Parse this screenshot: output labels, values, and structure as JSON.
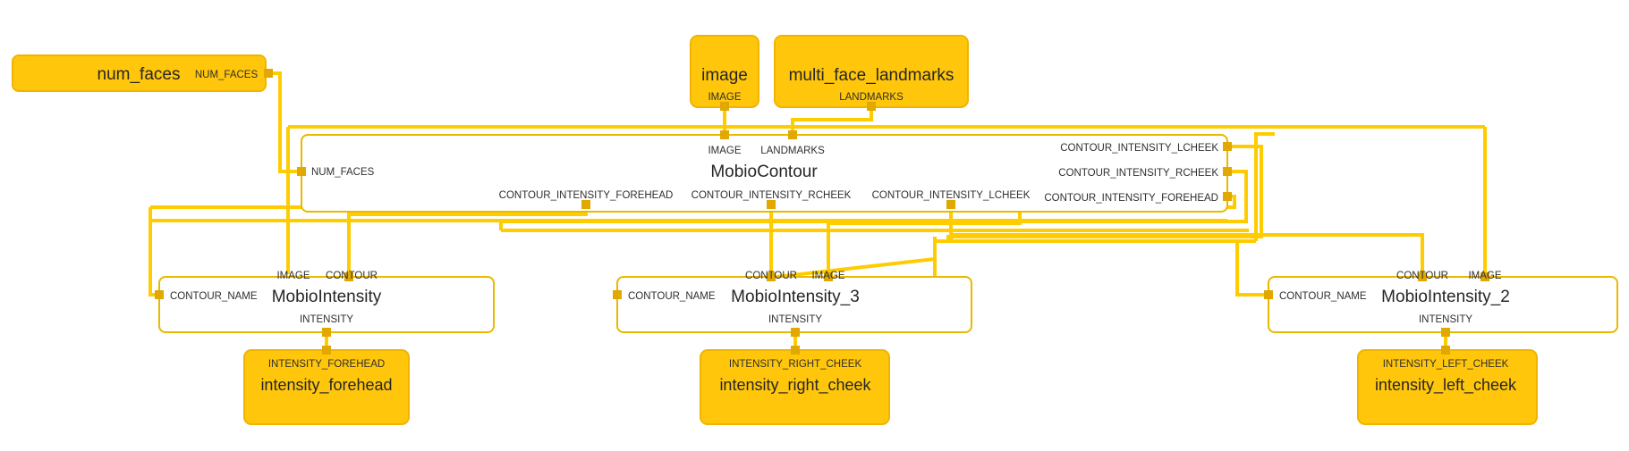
{
  "diagram": {
    "title": "MobioContour intensity dataflow graph",
    "colors": {
      "node_fill": "#FFC60B",
      "node_fill_border": "#F0B400",
      "node_open_border": "#E9B800",
      "wire": "#FFCC00",
      "port": "#E0A800",
      "text": "#262626",
      "background": "#FFFFFF"
    }
  },
  "nodes": {
    "num_faces": {
      "title": "num_faces",
      "kind": "io-filled",
      "ports_out": [
        "NUM_FACES"
      ]
    },
    "image": {
      "title": "image",
      "kind": "io-filled",
      "ports_out": [
        "IMAGE"
      ]
    },
    "multi_face_landmarks": {
      "title": "multi_face_landmarks",
      "kind": "io-filled",
      "ports_out": [
        "LANDMARKS"
      ]
    },
    "mobio_contour": {
      "title": "MobioContour",
      "kind": "calculator",
      "ports_in_top": [
        "IMAGE",
        "LANDMARKS"
      ],
      "ports_in_left": [
        "NUM_FACES"
      ],
      "ports_out_bottom": [
        "CONTOUR_INTENSITY_FOREHEAD",
        "CONTOUR_INTENSITY_RCHEEK",
        "CONTOUR_INTENSITY_LCHEEK"
      ],
      "ports_out_right": [
        "CONTOUR_INTENSITY_LCHEEK",
        "CONTOUR_INTENSITY_RCHEEK",
        "CONTOUR_INTENSITY_FOREHEAD"
      ]
    },
    "mobio_intensity": {
      "title": "MobioIntensity",
      "kind": "calculator",
      "ports_in_top": [
        "IMAGE",
        "CONTOUR"
      ],
      "ports_in_left": [
        "CONTOUR_NAME"
      ],
      "ports_out_bottom": [
        "INTENSITY"
      ]
    },
    "mobio_intensity_3": {
      "title": "MobioIntensity_3",
      "kind": "calculator",
      "ports_in_top": [
        "CONTOUR",
        "IMAGE"
      ],
      "ports_in_left": [
        "CONTOUR_NAME"
      ],
      "ports_out_bottom": [
        "INTENSITY"
      ]
    },
    "mobio_intensity_2": {
      "title": "MobioIntensity_2",
      "kind": "calculator",
      "ports_in_top": [
        "CONTOUR",
        "IMAGE"
      ],
      "ports_in_left": [
        "CONTOUR_NAME"
      ],
      "ports_out_bottom": [
        "INTENSITY"
      ]
    },
    "intensity_forehead": {
      "title": "intensity_forehead",
      "kind": "io-filled",
      "ports_in": [
        "INTENSITY_FOREHEAD"
      ]
    },
    "intensity_right_cheek": {
      "title": "intensity_right_cheek",
      "kind": "io-filled",
      "ports_in": [
        "INTENSITY_RIGHT_CHEEK"
      ]
    },
    "intensity_left_cheek": {
      "title": "intensity_left_cheek",
      "kind": "io-filled",
      "ports_in": [
        "INTENSITY_LEFT_CHEEK"
      ]
    }
  },
  "edges": [
    {
      "from": "num_faces.NUM_FACES",
      "to": "mobio_contour.NUM_FACES"
    },
    {
      "from": "image.IMAGE",
      "to": "mobio_contour.IMAGE"
    },
    {
      "from": "multi_face_landmarks.LANDMARKS",
      "to": "mobio_contour.LANDMARKS"
    },
    {
      "from": "image.IMAGE",
      "to": "mobio_intensity.IMAGE"
    },
    {
      "from": "image.IMAGE",
      "to": "mobio_intensity_3.IMAGE"
    },
    {
      "from": "image.IMAGE",
      "to": "mobio_intensity_2.IMAGE"
    },
    {
      "from": "mobio_contour.CONTOUR_INTENSITY_FOREHEAD",
      "to": "mobio_intensity.CONTOUR"
    },
    {
      "from": "mobio_contour.CONTOUR_INTENSITY_RCHEEK",
      "to": "mobio_intensity_3.CONTOUR"
    },
    {
      "from": "mobio_contour.CONTOUR_INTENSITY_LCHEEK",
      "to": "mobio_intensity_2.CONTOUR"
    },
    {
      "from": "mobio_contour.CONTOUR_INTENSITY_FOREHEAD",
      "to": "mobio_intensity.CONTOUR_NAME"
    },
    {
      "from": "mobio_contour.CONTOUR_INTENSITY_RCHEEK",
      "to": "mobio_intensity_3.CONTOUR_NAME"
    },
    {
      "from": "mobio_contour.CONTOUR_INTENSITY_LCHEEK",
      "to": "mobio_intensity_2.CONTOUR_NAME"
    },
    {
      "from": "mobio_intensity.INTENSITY",
      "to": "intensity_forehead.INTENSITY_FOREHEAD"
    },
    {
      "from": "mobio_intensity_3.INTENSITY",
      "to": "intensity_right_cheek.INTENSITY_RIGHT_CHEEK"
    },
    {
      "from": "mobio_intensity_2.INTENSITY",
      "to": "intensity_left_cheek.INTENSITY_LEFT_CHEEK"
    }
  ]
}
